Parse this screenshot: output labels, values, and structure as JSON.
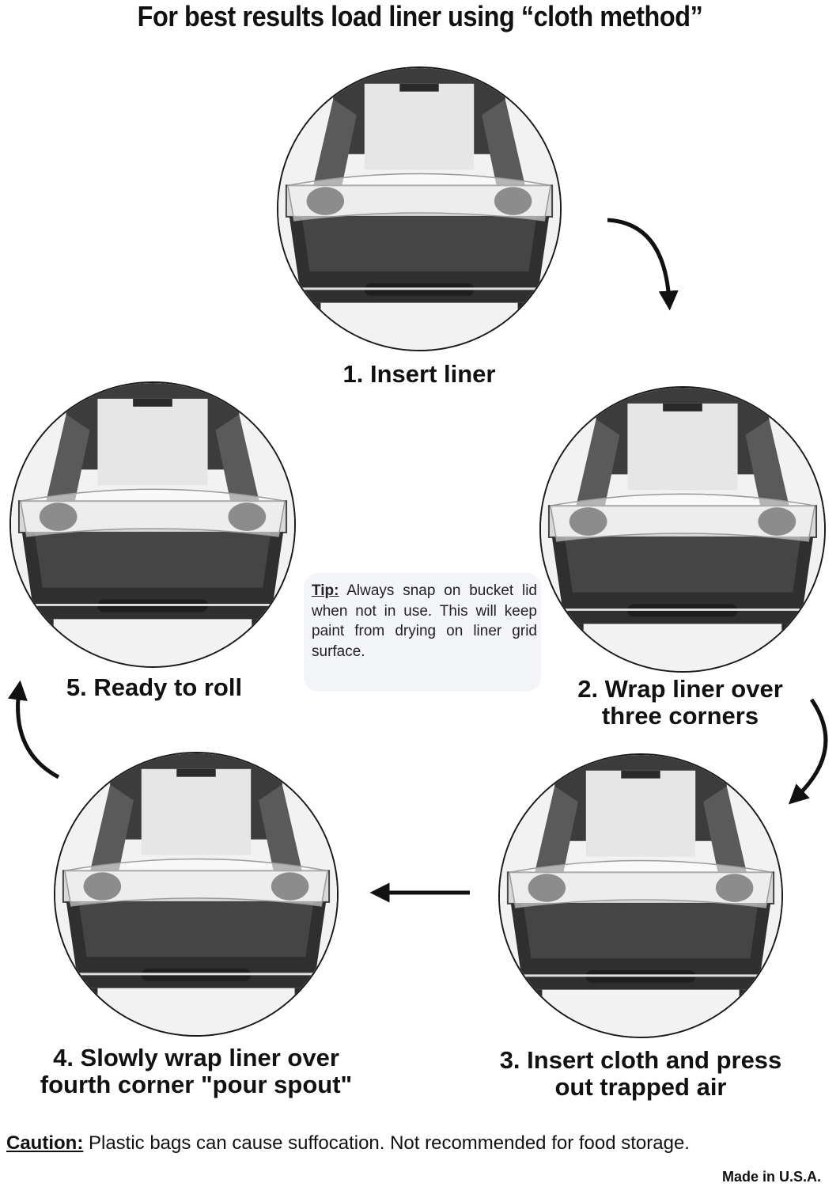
{
  "title": "For best results load liner using “cloth method”",
  "steps": [
    {
      "caption_line1": "1. Insert liner",
      "caption_line2": ""
    },
    {
      "caption_line1": "2. Wrap liner over",
      "caption_line2": "three corners"
    },
    {
      "caption_line1": "3. Insert cloth and press",
      "caption_line2": "out trapped air"
    },
    {
      "caption_line1": "4. Slowly wrap liner over",
      "caption_line2": "fourth corner \"pour spout\""
    },
    {
      "caption_line1": "5. Ready to roll",
      "caption_line2": ""
    }
  ],
  "tip": {
    "label": "Tip:",
    "text": " Always snap on bucket lid when not in use. This will keep paint from drying on liner grid surface."
  },
  "caution": {
    "label": "Caution:",
    "text": " Plastic bags can cause suffocation. Not recommended for food storage."
  },
  "made_in": "Made in U.S.A.",
  "colors": {
    "ink": "#111111",
    "tip_background": "#f4f5f8"
  },
  "icons": [
    "curved-arrow-icon",
    "left-arrow-icon"
  ]
}
